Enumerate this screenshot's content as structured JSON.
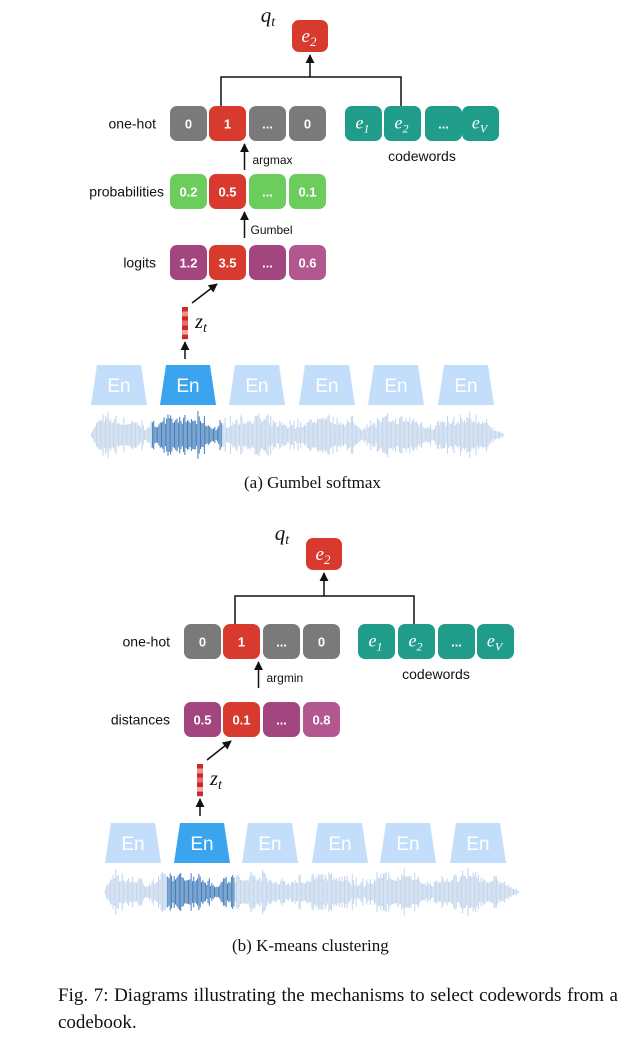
{
  "colors": {
    "gray": "#7a7a7a",
    "red": "#d93a2e",
    "green": "#6ccd5c",
    "purple": "#a3457f",
    "teal": "#1f9c8a",
    "encoder_light": "#c3defa",
    "encoder_active": "#3aa4ee",
    "wave": "#5d8fc4"
  },
  "panels": [
    {
      "caption": "(a) Gumbel softmax",
      "output": {
        "symbol": "q",
        "sub": "t",
        "label": "e",
        "label_sub": "2"
      },
      "onehot": {
        "label": "one-hot",
        "values": [
          "0",
          "1",
          "...",
          "0"
        ]
      },
      "codewords": {
        "label": "codewords",
        "items": [
          {
            "symbol": "e",
            "sub": "1"
          },
          {
            "symbol": "e",
            "sub": "2"
          },
          {
            "symbol": "...",
            "sub": ""
          },
          {
            "symbol": "e",
            "sub": "V"
          }
        ]
      },
      "op_top": "argmax",
      "middle": {
        "label": "probabilities",
        "values": [
          "0.2",
          "0.5",
          "...",
          "0.1"
        ]
      },
      "op_mid": "Gumbel",
      "bottom": {
        "label": "logits",
        "values": [
          "1.2",
          "3.5",
          "...",
          "0.6"
        ]
      },
      "latent": {
        "symbol": "z",
        "sub": "t"
      },
      "encoders": [
        "En",
        "En",
        "En",
        "En",
        "En",
        "En"
      ]
    },
    {
      "caption": "(b) K-means clustering",
      "output": {
        "symbol": "q",
        "sub": "t",
        "label": "e",
        "label_sub": "2"
      },
      "onehot": {
        "label": "one-hot",
        "values": [
          "0",
          "1",
          "...",
          "0"
        ]
      },
      "codewords": {
        "label": "codewords",
        "items": [
          {
            "symbol": "e",
            "sub": "1"
          },
          {
            "symbol": "e",
            "sub": "2"
          },
          {
            "symbol": "...",
            "sub": ""
          },
          {
            "symbol": "e",
            "sub": "V"
          }
        ]
      },
      "op_top": "argmin",
      "bottom": {
        "label": "distances",
        "values": [
          "0.5",
          "0.1",
          "...",
          "0.8"
        ]
      },
      "latent": {
        "symbol": "z",
        "sub": "t"
      },
      "encoders": [
        "En",
        "En",
        "En",
        "En",
        "En",
        "En"
      ]
    }
  ],
  "figure_caption": "Fig. 7: Diagrams illustrating the mechanisms to select codewords from a codebook."
}
